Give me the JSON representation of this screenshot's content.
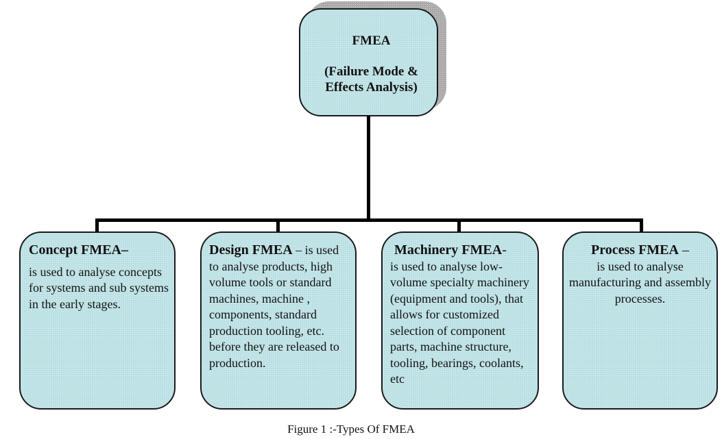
{
  "diagram": {
    "type": "hierarchy",
    "colors": {
      "box_fill": "#bfe3e6",
      "box_border": "#1a1a1a",
      "connector": "#000000",
      "shadow": "#a9a9a9"
    },
    "root": {
      "title": "FMEA",
      "subtitle_line1": "(Failure Mode &",
      "subtitle_line2": "Effects Analysis)"
    },
    "children": [
      {
        "title": "Concept FMEA–",
        "description": " is used to analyse concepts for systems and sub systems in the early stages."
      },
      {
        "title": "Design FMEA",
        "title_suffix": " – is used to analyse products, high volume tools or standard machines, machine , components, standard production tooling, etc. before they are released to production."
      },
      {
        "title": "Machinery FMEA",
        "title_suffix": "-",
        "description": "is used to analyse low-volume specialty machinery (equipment and tools), that allows for customized selection of component parts, machine structure, tooling, bearings, coolants, etc"
      },
      {
        "title": "Process FMEA",
        "title_suffix": " –",
        "description": "is used to analyse manufacturing and assembly processes."
      }
    ]
  },
  "caption": "Figure 1 :-Types Of FMEA"
}
